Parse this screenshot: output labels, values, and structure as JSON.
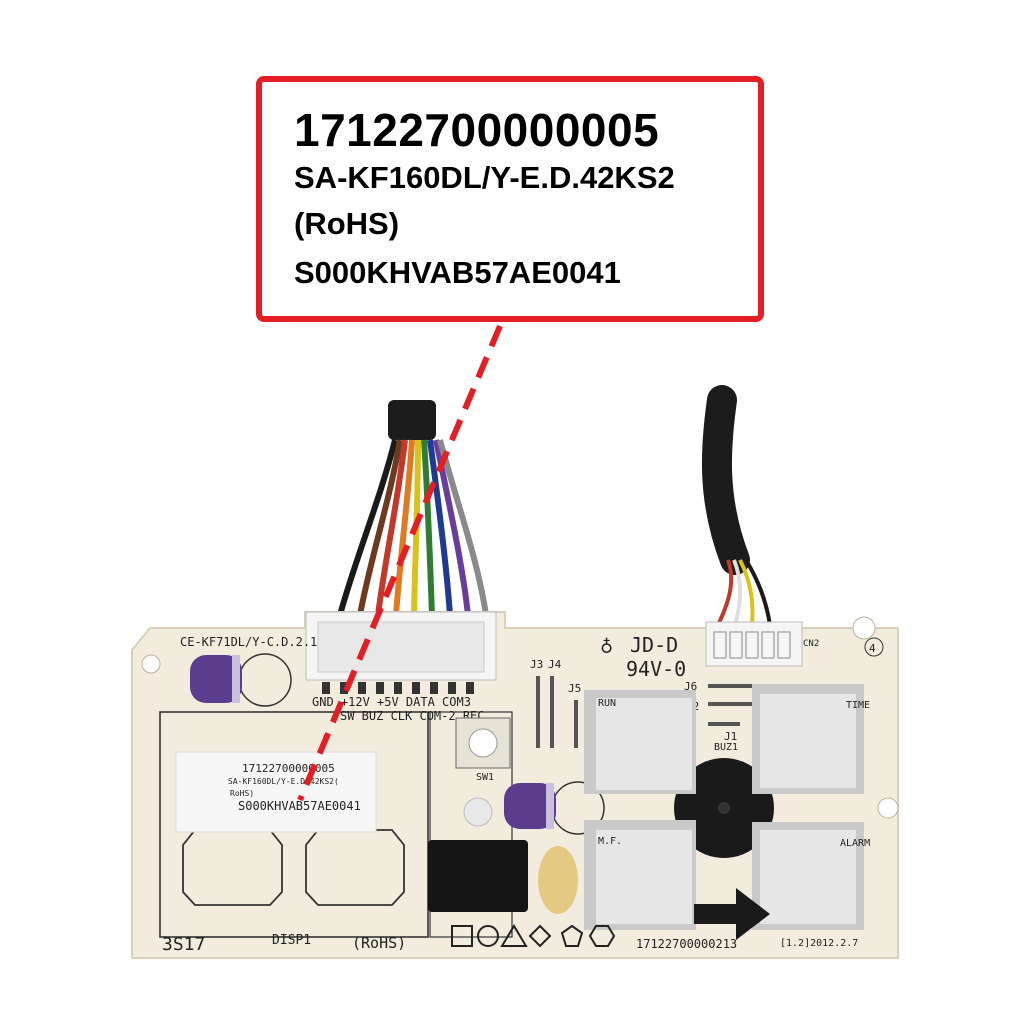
{
  "callout": {
    "part_number": "17122700000005",
    "model": "SA-KF160DL/Y-E.D.42KS2",
    "rohs": "(RoHS)",
    "serial": "S000KHVAB57AE0041"
  },
  "label_sticker": {
    "part_number": "17122700000005",
    "model": "SA-KF160DL/Y-E.D.42KS2(",
    "rohs": "RoHS)",
    "serial": "S000KHVAB57AE0041"
  },
  "board": {
    "model_silk": "CE-KF71DL/Y-C.D.2.1",
    "maker_mark": "JD-D",
    "flame_rating": "94V-0",
    "board_number": "17122700000213",
    "revision_date": "[1.2]2012.2.7",
    "display_label": "DISP1",
    "rohs_silk": "(RoHS)",
    "code_silk": "3S17",
    "connector_top_labels": "GND +12V  +5V DATA COM3",
    "connector_bottom_labels": "SW  BUZ  CLK  COM-2  REC",
    "connector_cn2": "CN2",
    "switch_label": "SW1",
    "buzzer_label": "BUZ1",
    "jumpers": [
      "J3",
      "J4",
      "J5",
      "J6",
      "J2",
      "J1"
    ],
    "hole_number": "4",
    "buttons": {
      "run": "RUN",
      "time": "TIME",
      "mode": "M.F.",
      "alarm": "ALARM"
    }
  },
  "colors": {
    "callout_border": "#e31e24",
    "leader_line": "#e31e24",
    "board": "#f1ecdd",
    "capacitor": "#5a3d8c",
    "button_face": "#e6e6e6"
  }
}
